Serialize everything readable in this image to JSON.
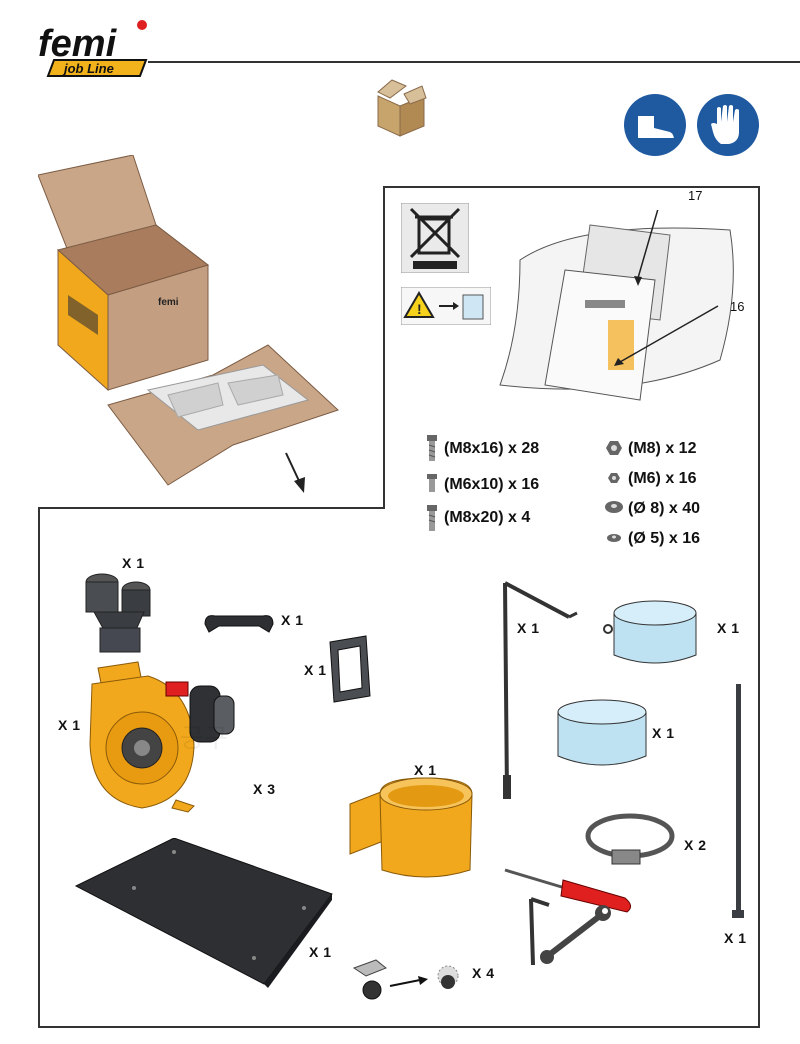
{
  "brand": {
    "name": "femi",
    "line": "job Line"
  },
  "safety_icons": [
    "safety-shoes-icon",
    "safety-gloves-icon"
  ],
  "callouts": {
    "bag_item_a": "17",
    "bag_item_b": "16"
  },
  "hardware": [
    {
      "spec": "(M8x16) x 28",
      "icon": "bolt-icon"
    },
    {
      "spec": "(M6x10) x 16",
      "icon": "short-bolt-icon"
    },
    {
      "spec": "(M8x20) x 4",
      "icon": "bolt-icon"
    },
    {
      "spec": "(M8) x 12",
      "icon": "nut-icon"
    },
    {
      "spec": "(M6) x 16",
      "icon": "nut-icon"
    },
    {
      "spec": "(Ø 8) x 40",
      "icon": "washer-icon"
    },
    {
      "spec": "(Ø 5) x 16",
      "icon": "washer-icon"
    }
  ],
  "parts": {
    "y_fitting": "X 1",
    "handle": "X 1",
    "gasket_frame": "X 1",
    "blower": "X 1",
    "blower_qty3": "X 3",
    "collector_ring": "X 1",
    "base_plate": "X 1",
    "casters": "X 4",
    "support_rod": "X 1",
    "filter_top": "X 1",
    "filter_bottom": "X 1",
    "hose_clamp": "X 2",
    "long_rod": "X 1"
  },
  "colors": {
    "brand_yellow": "#f2a81c",
    "safety_blue": "#1f5aa0",
    "cardboard": "#c49e80",
    "steel": "#3a3d42",
    "frame_line": "#333333"
  }
}
